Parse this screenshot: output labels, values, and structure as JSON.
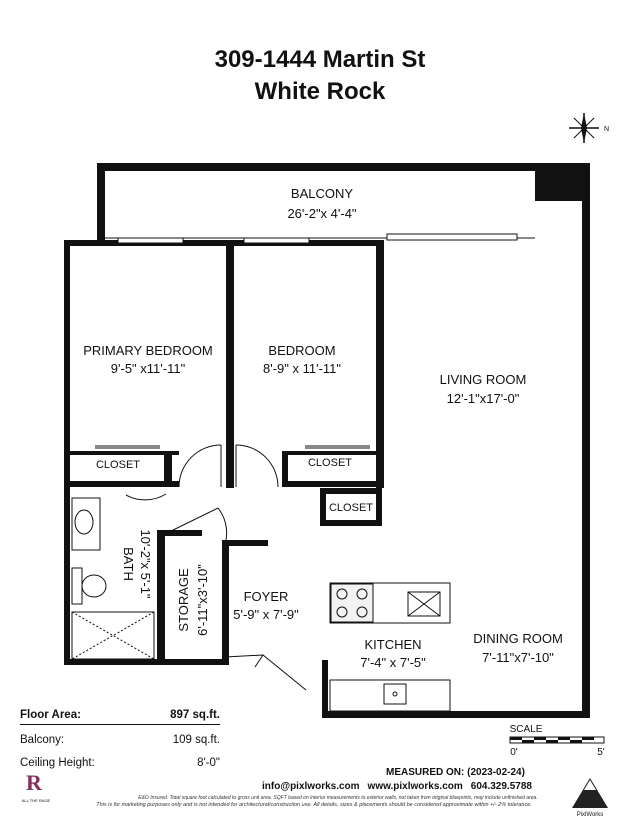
{
  "header": {
    "line1": "309-1444 Martin St",
    "line2": "White Rock"
  },
  "rooms": {
    "balcony": {
      "name": "BALCONY",
      "dims": "26'-2\"x 4'-4\""
    },
    "primary_bedroom": {
      "name": "PRIMARY BEDROOM",
      "dims": "9'-5\" x11'-11\""
    },
    "bedroom": {
      "name": "BEDROOM",
      "dims": "8'-9\" x 11'-11\""
    },
    "living_room": {
      "name": "LIVING ROOM",
      "dims": "12'-1\"x17'-0\""
    },
    "closet_primary": {
      "name": "CLOSET"
    },
    "closet_bedroom": {
      "name": "CLOSET"
    },
    "closet_hall": {
      "name": "CLOSET"
    },
    "bath": {
      "name": "BATH",
      "dims": "10'-2\"x 5'-1\""
    },
    "storage": {
      "name": "STORAGE",
      "dims": "6'-11\"x3'-10\""
    },
    "foyer": {
      "name": "FOYER",
      "dims": "5'-9\" x 7'-9\""
    },
    "kitchen": {
      "name": "KITCHEN",
      "dims": "7'-4\" x 7'-5\""
    },
    "dining_room": {
      "name": "DINING ROOM",
      "dims": "7'-11\"x7'-10\""
    }
  },
  "compass": {
    "label": "N"
  },
  "scale": {
    "label": "SCALE",
    "start": "0'",
    "end": "5'"
  },
  "area_table": [
    {
      "label": "Floor Area:",
      "value": "897 sq.ft."
    },
    {
      "label": "Balcony:",
      "value": "109 sq.ft."
    },
    {
      "label": "Ceiling Height:",
      "value": "8'-0\""
    }
  ],
  "footer": {
    "measured": "MEASURED ON: (2023-02-24)",
    "email": "info@pixlworks.com",
    "website": "www.pixlworks.com",
    "phone": "604.329.5788",
    "disclaimer1": "E&O Insured. Total square foot calculated to gross unit area. SQFT based on interior measurements to exterior walls, not taken from original blueprints, may include unfinished area.",
    "disclaimer2": "This is for marketing purposes only and is not intended for architectural/construction use. All details, sizes & placements should be considered approximate within +/- 2% tolerance.",
    "left_logo": "ALL THE RAGE",
    "right_logo": "PixlWorks"
  }
}
